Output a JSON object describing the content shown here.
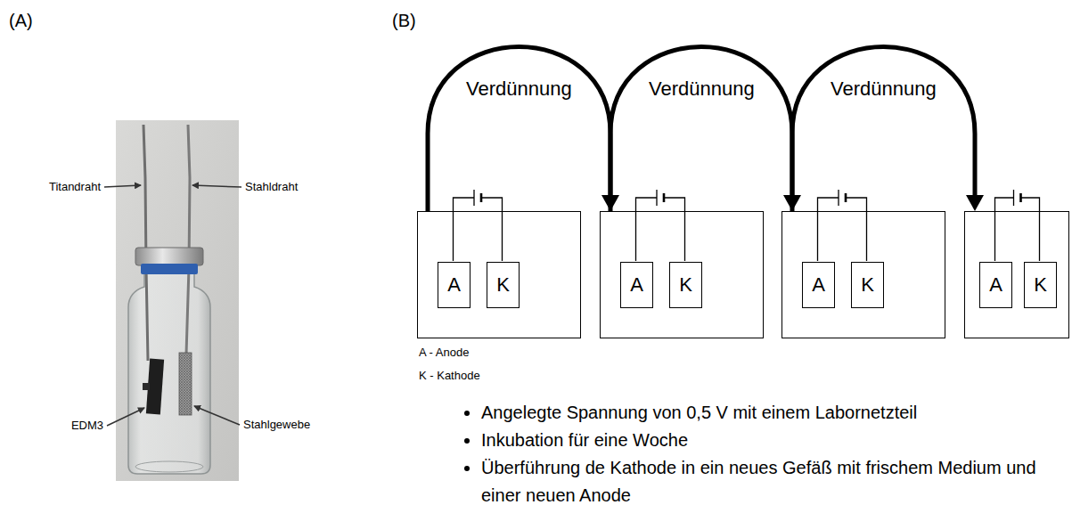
{
  "diagram": {
    "nodes": [
      {
        "text": []
      },
      {
        "text": [
          "A"
        ],
        "in": 0
      },
      {
        "text": [
          "K"
        ],
        "in": 0
      },
      {
        "text": []
      },
      {
        "text": [
          "A"
        ],
        "in": 3
      },
      {
        "text": [
          "K"
        ],
        "in": 3
      },
      {
        "text": []
      },
      {
        "text": [
          "A"
        ],
        "in": 6
      },
      {
        "text": [
          "K"
        ],
        "in": 6
      },
      {
        "text": []
      },
      {
        "text": [
          "A"
        ],
        "in": 9
      },
      {
        "text": [
          "K"
        ],
        "in": 9
      }
    ],
    "edges": [
      {
        "from": 0,
        "to": 3,
        "label": "Verdünnung",
        "arrow": "to"
      },
      {
        "from": 3,
        "to": 6,
        "label": "Verdünnung",
        "arrow": "to"
      },
      {
        "from": 6,
        "to": 9,
        "label": "Verdünnung",
        "arrow": "to"
      }
    ],
    "labels": [
      "(A)",
      "(B)",
      "Titandraht",
      "Stahldraht",
      "EDM3",
      "Stahlgewebe",
      "A - Anode",
      "K - Kathode",
      "Angelegte Spannung von 0,5 V mit einem Labornetzteil",
      "Inkubation für eine Woche",
      "Überführung de Kathode in ein neues Gefäß mit frischem Medium und einer neuen Anode"
    ]
  }
}
